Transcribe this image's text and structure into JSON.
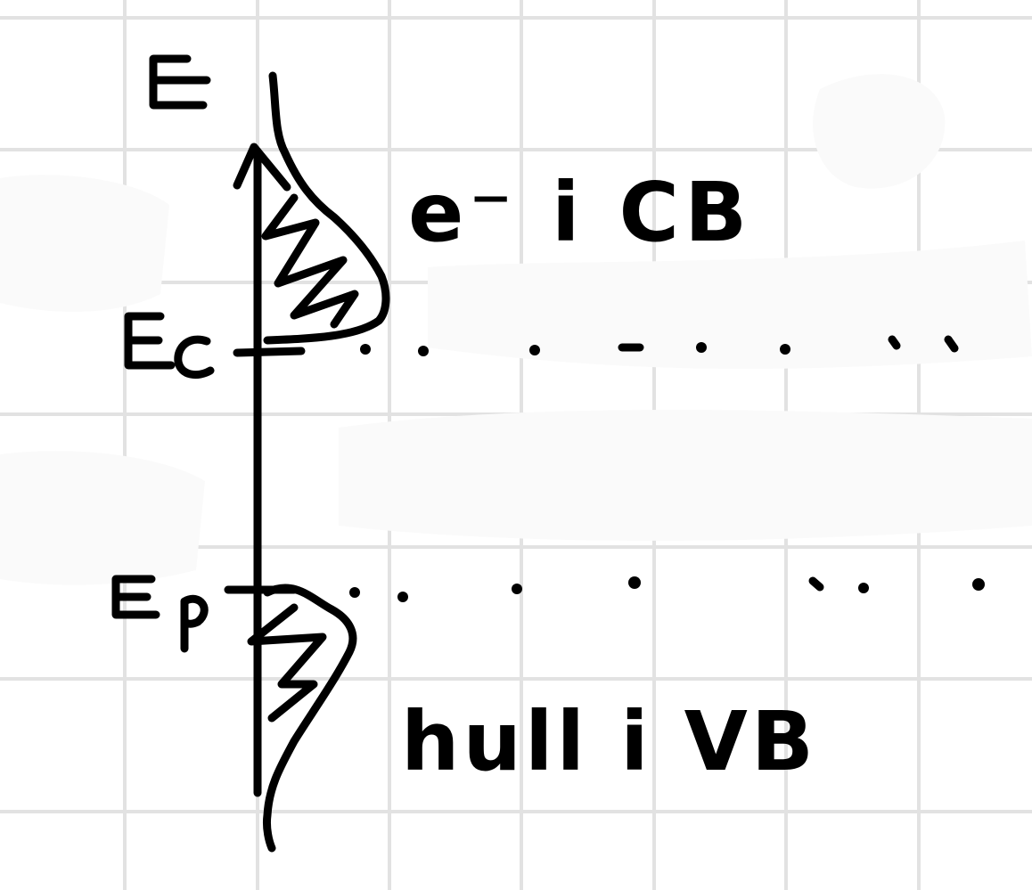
{
  "colors": {
    "ink": "#000000",
    "grid": "#e2e2e2",
    "paper": "#ffffff"
  },
  "labels": {
    "energy_axis": "E",
    "conduction_edge": "Ec",
    "valence_edge": "Ep",
    "electrons": "e⁻ i CB",
    "holes": "hull i VB"
  }
}
